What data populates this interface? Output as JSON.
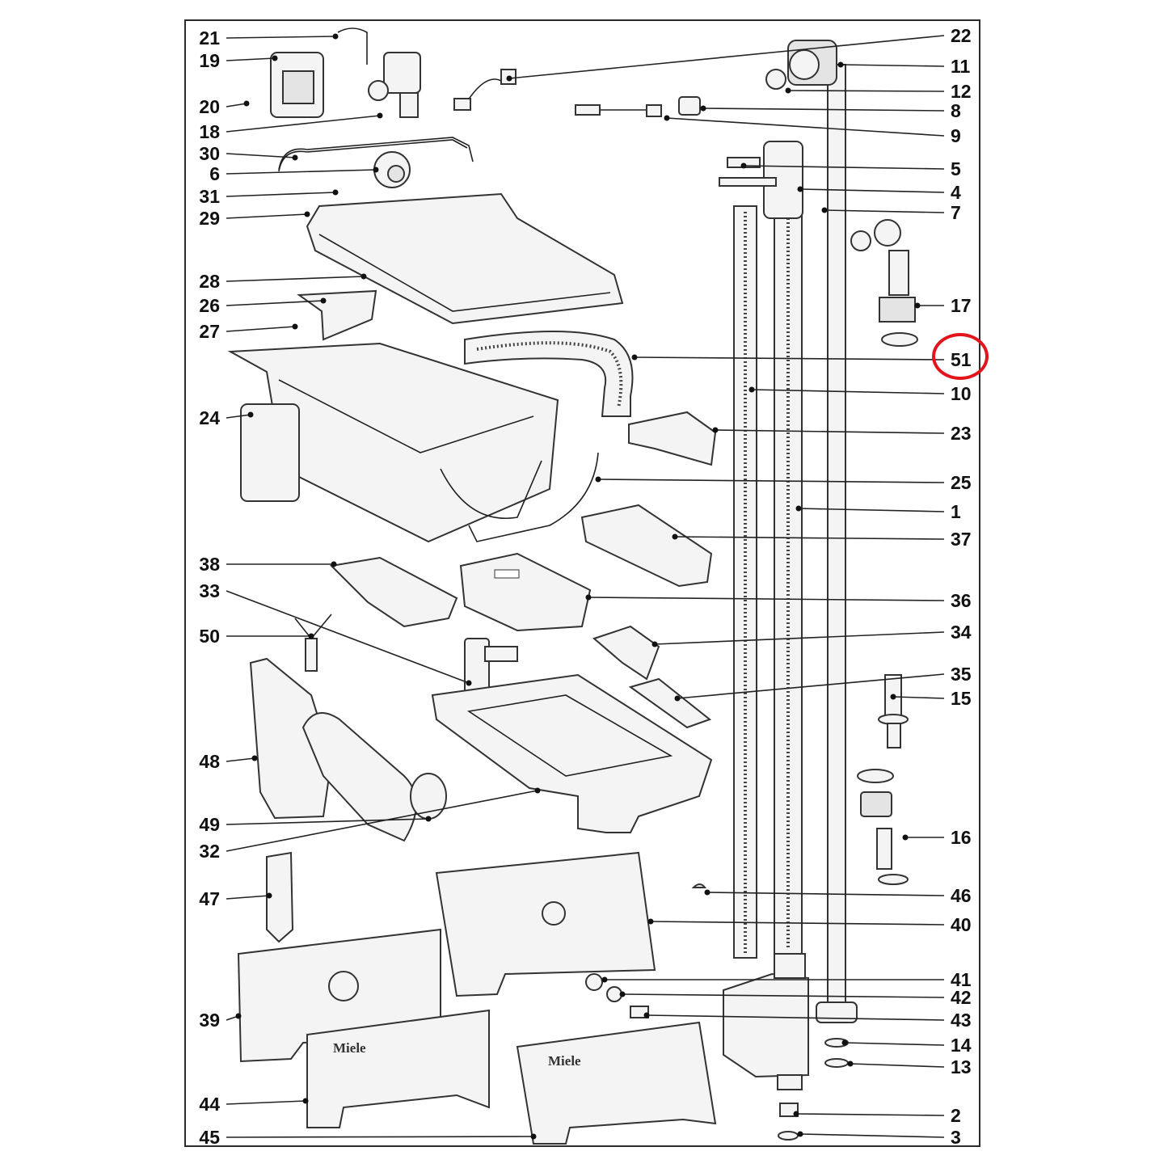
{
  "figure": {
    "brand_text": "Miele",
    "highlighted_label": "51",
    "highlight_color": "#e3141b"
  },
  "labels_left": [
    "21",
    "19",
    "20",
    "18",
    "30",
    "6",
    "31",
    "29",
    "28",
    "26",
    "27",
    "24",
    "38",
    "33",
    "50",
    "48",
    "49",
    "32",
    "47",
    "39",
    "44",
    "45"
  ],
  "labels_right": [
    "22",
    "11",
    "12",
    "8",
    "9",
    "5",
    "4",
    "7",
    "17",
    "51",
    "10",
    "23",
    "25",
    "1",
    "37",
    "36",
    "34",
    "35",
    "15",
    "16",
    "46",
    "40",
    "41",
    "42",
    "43",
    "14",
    "13",
    "2",
    "3"
  ]
}
